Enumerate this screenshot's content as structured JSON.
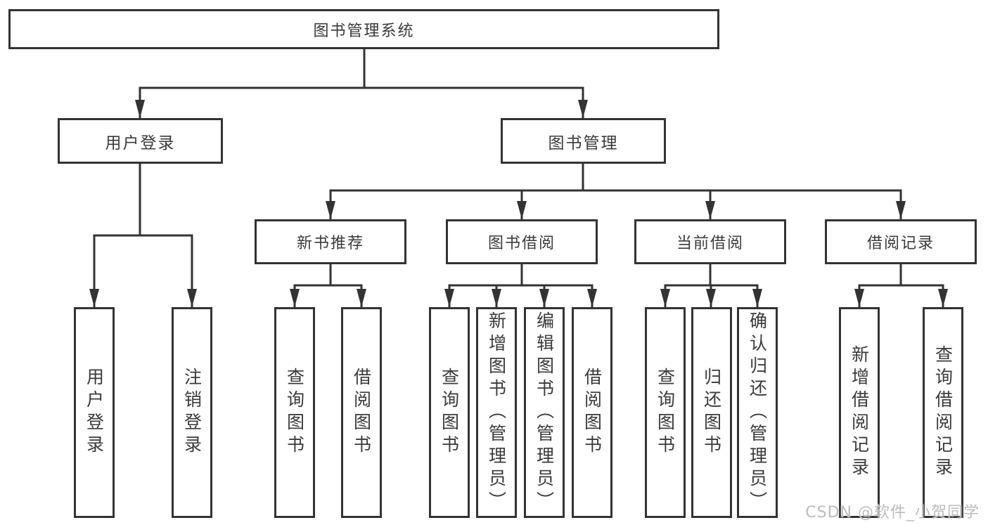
{
  "diagram": {
    "type": "tree",
    "root": {
      "label": "图书管理系统",
      "children": [
        {
          "label": "用户登录",
          "children": [
            {
              "label": "用户登录"
            },
            {
              "label": "注销登录"
            }
          ]
        },
        {
          "label": "图书管理",
          "children": [
            {
              "label": "新书推荐",
              "children": [
                {
                  "label": "查询图书"
                },
                {
                  "label": "借阅图书"
                }
              ]
            },
            {
              "label": "图书借阅",
              "children": [
                {
                  "label": "查询图书"
                },
                {
                  "label": "新增图书（管理员）"
                },
                {
                  "label": "编辑图书（管理员）"
                },
                {
                  "label": "借阅图书"
                }
              ]
            },
            {
              "label": "当前借阅",
              "children": [
                {
                  "label": "查询图书"
                },
                {
                  "label": "归还图书"
                },
                {
                  "label": "确认归还（管理员）"
                }
              ]
            },
            {
              "label": "借阅记录",
              "children": [
                {
                  "label": "新增借阅记录"
                },
                {
                  "label": "查询借阅记录"
                }
              ]
            }
          ]
        }
      ]
    }
  },
  "watermark": {
    "text": "CSDN @软件_小贺同学"
  },
  "colors": {
    "line": "#333333",
    "box_border": "#333333",
    "text": "#3a3a3a",
    "background": "#ffffff",
    "watermark": "#bcbcbc"
  }
}
